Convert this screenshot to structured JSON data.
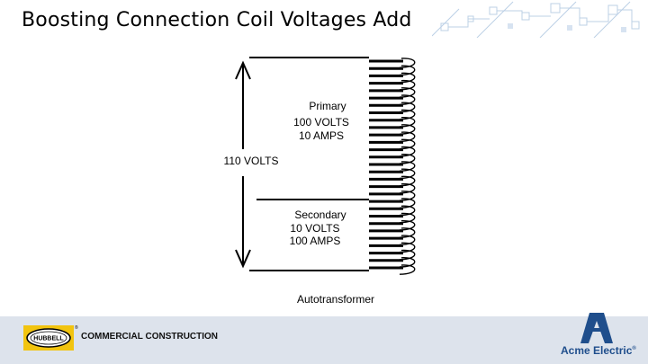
{
  "slide": {
    "title": "Boosting Connection Coil Voltages Add"
  },
  "diagram": {
    "total_voltage_label": "110 VOLTS",
    "primary": {
      "title": "Primary",
      "voltage": "100 VOLTS",
      "current": "10 AMPS"
    },
    "secondary": {
      "title": "Secondary",
      "voltage": "10 VOLTS",
      "current": "100 AMPS"
    },
    "caption": "Autotransformer"
  },
  "footer": {
    "company_text": "COMMERCIAL CONSTRUCTION",
    "hubbell_logo_text": "HUBBELL",
    "acme_brand": "Acme Electric",
    "acme_registered": "®",
    "accent_color": "#1f4e8c"
  }
}
